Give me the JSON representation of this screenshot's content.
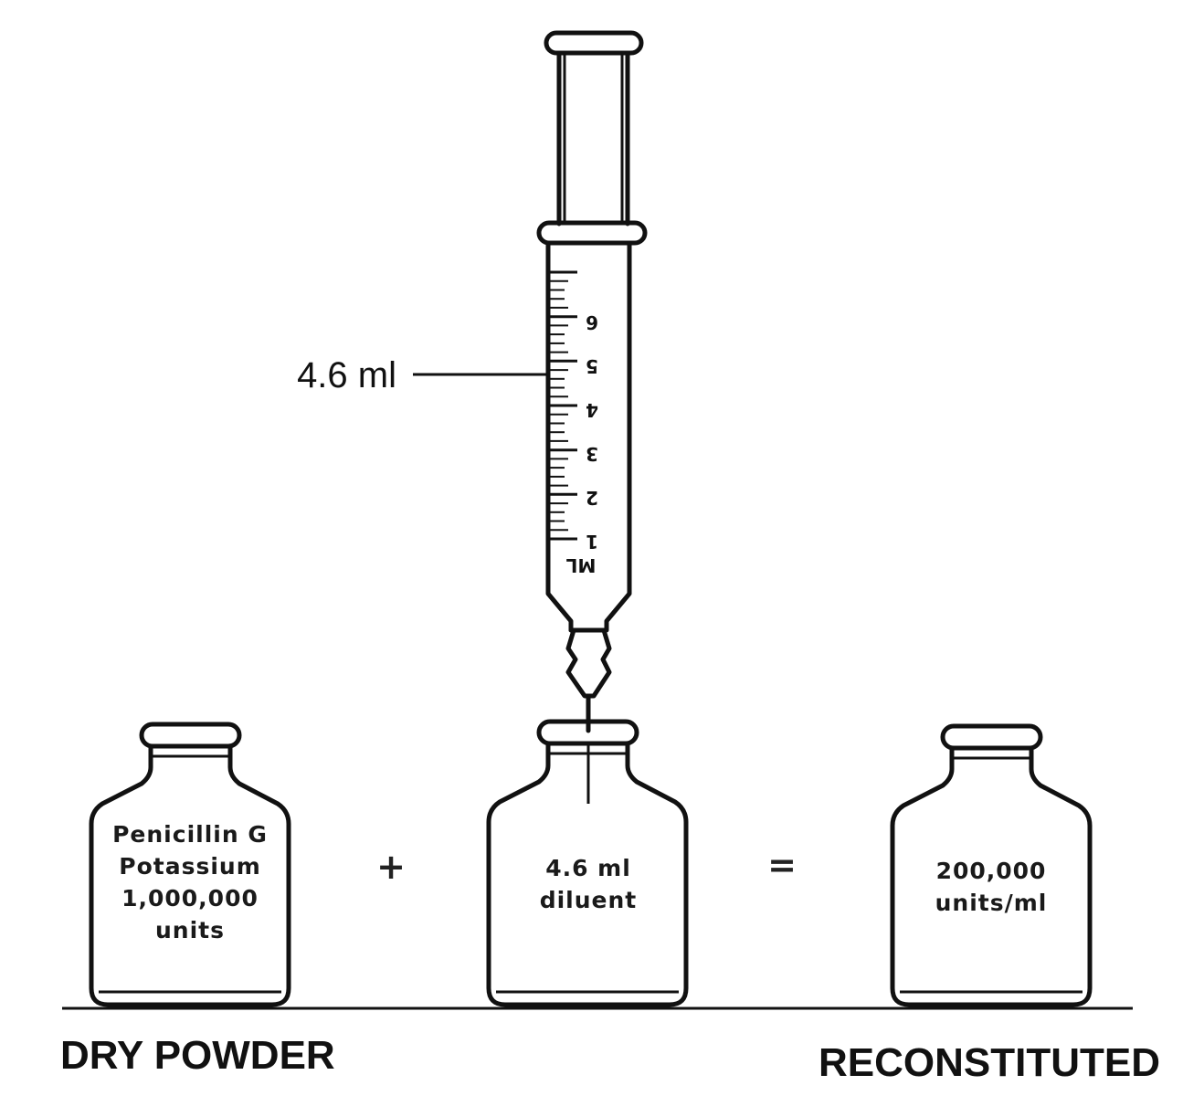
{
  "syringe": {
    "callout": "4.6 ml",
    "unit_label": "ML",
    "scale_numbers": [
      "1",
      "2",
      "3",
      "4",
      "5",
      "6"
    ]
  },
  "vials": [
    {
      "lines": [
        "Penicillin G",
        "Potassium",
        "1,000,000",
        "units"
      ]
    },
    {
      "lines": [
        "4.6 ml",
        "diluent"
      ]
    },
    {
      "lines": [
        "200,000",
        "units/ml"
      ]
    }
  ],
  "operators": {
    "plus": "+",
    "equals": "="
  },
  "captions": {
    "left": "DRY POWDER",
    "right": "RECONSTITUTED"
  }
}
